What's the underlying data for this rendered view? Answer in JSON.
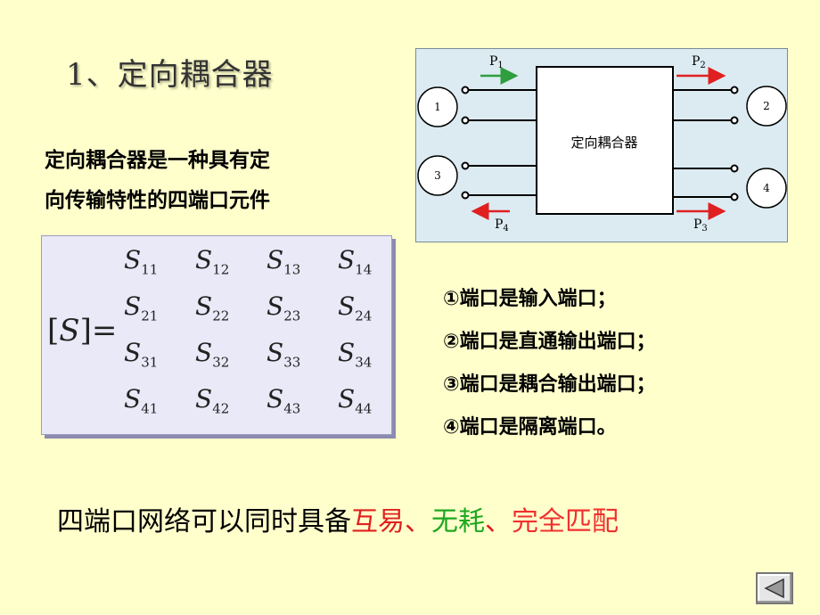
{
  "title": "1、定向耦合器",
  "intro": {
    "line1": "定向耦合器是一种具有定",
    "line2": "向传输特性的四端口元件"
  },
  "diagram": {
    "box_label": "定向耦合器",
    "ports": [
      "1",
      "2",
      "3",
      "4"
    ],
    "waves": {
      "p1": {
        "base": "P",
        "sub": "1"
      },
      "p2": {
        "base": "P",
        "sub": "2"
      },
      "p3": {
        "base": "P",
        "sub": "3"
      },
      "p4": {
        "base": "P",
        "sub": "4"
      }
    },
    "colors": {
      "green_arrow": "#2E9E3E",
      "red_arrow": "#E02020"
    }
  },
  "matrix": {
    "lhs": "S",
    "rows": [
      [
        {
          "s": "S",
          "i": "11"
        },
        {
          "s": "S",
          "i": "12"
        },
        {
          "s": "S",
          "i": "13"
        },
        {
          "s": "S",
          "i": "14"
        }
      ],
      [
        {
          "s": "S",
          "i": "21"
        },
        {
          "s": "S",
          "i": "22"
        },
        {
          "s": "S",
          "i": "23"
        },
        {
          "s": "S",
          "i": "24"
        }
      ],
      [
        {
          "s": "S",
          "i": "31"
        },
        {
          "s": "S",
          "i": "32"
        },
        {
          "s": "S",
          "i": "33"
        },
        {
          "s": "S",
          "i": "34"
        }
      ],
      [
        {
          "s": "S",
          "i": "41"
        },
        {
          "s": "S",
          "i": "42"
        },
        {
          "s": "S",
          "i": "43"
        },
        {
          "s": "S",
          "i": "44"
        }
      ]
    ]
  },
  "ports_list": [
    "①端口是输入端口；",
    "②端口是直通输出端口；",
    "③端口是耦合输出端口；",
    "④端口是隔离端口。"
  ],
  "summary": {
    "prefix": "四端口网络可以同时具备",
    "item1": "互易",
    "sep1": "、",
    "item2": "无耗",
    "sep2": "、",
    "item3": "完全匹配",
    "colors": {
      "item1": "#E02020",
      "item2": "#1FA81F",
      "item3": "#F03030",
      "sep": "#E02020"
    }
  },
  "nav": {
    "back_icon": "triangle-left-icon"
  }
}
